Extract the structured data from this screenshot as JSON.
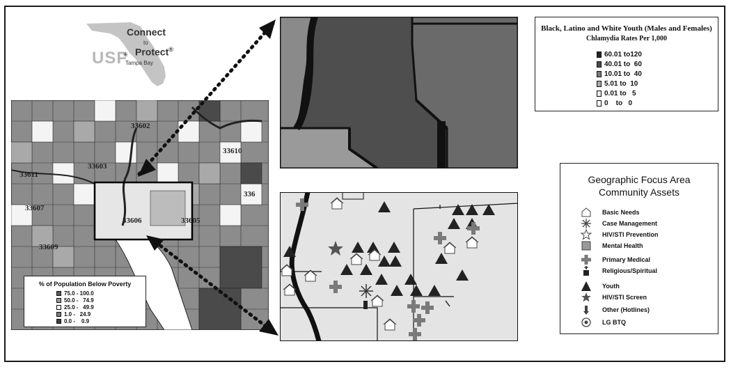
{
  "logo": {
    "org": "USF",
    "line1": "Connect",
    "line2": "to",
    "line3": "Protect",
    "registered": "®",
    "city": "Tampa Bay"
  },
  "zip_labels": [
    "33602",
    "33610",
    "33611",
    "33603",
    "33605",
    "33607",
    "33606",
    "33609",
    "336"
  ],
  "poverty_legend": {
    "title": "% of Population Below Poverty",
    "items": [
      {
        "range": "75.0 - 100.0",
        "color": "#5a5a5a"
      },
      {
        "range": "50.0 -   74.9",
        "color": "#9a9a9a"
      },
      {
        "range": "25.0 -   49.9",
        "color": "#f4f4f4"
      },
      {
        "range": "1.0 -   24.9",
        "color": "#7a7a7a"
      },
      {
        "range": "0.0 -    0.9",
        "color": "#3e3e3e"
      }
    ]
  },
  "chlamydia_legend": {
    "title": "Black, Latino and White Youth (Males and Females)",
    "subtitle": "Chlamydia Rates Per 1,000",
    "items": [
      {
        "range": "60.01 to120",
        "color": "#222222"
      },
      {
        "range": "40.01 to  60",
        "color": "#4a4a4a"
      },
      {
        "range": "10.01 to  40",
        "color": "#7a7a7a"
      },
      {
        "range": "5.01 to  10",
        "color": "#a8a8a8"
      },
      {
        "range": "0.01 to   5",
        "color": "#e8e8e8"
      },
      {
        "range": "0    to   0",
        "color": "#ffffff"
      }
    ]
  },
  "assets_legend": {
    "title_line1": "Geographic Focus Area",
    "title_line2": "Community Assets",
    "items": [
      {
        "label": "Basic Needs",
        "icon": "house-icon"
      },
      {
        "label": "Case Management",
        "icon": "asterisk-icon"
      },
      {
        "label": "HIV/STI Prevention",
        "icon": "star-outline-icon"
      },
      {
        "label": "Mental Health",
        "icon": "square-icon"
      },
      {
        "label": "Primary Medical",
        "icon": "cross-icon"
      },
      {
        "label": "Religious/Spiritual",
        "icon": "church-icon"
      },
      {
        "label": "Youth",
        "icon": "triangle-icon"
      },
      {
        "label": "HIV/STI Screen",
        "icon": "star-filled-icon"
      },
      {
        "label": "Other (Hotlines)",
        "icon": "pin-icon"
      },
      {
        "label": "LG BTQ",
        "icon": "circle-dot-icon"
      }
    ]
  }
}
